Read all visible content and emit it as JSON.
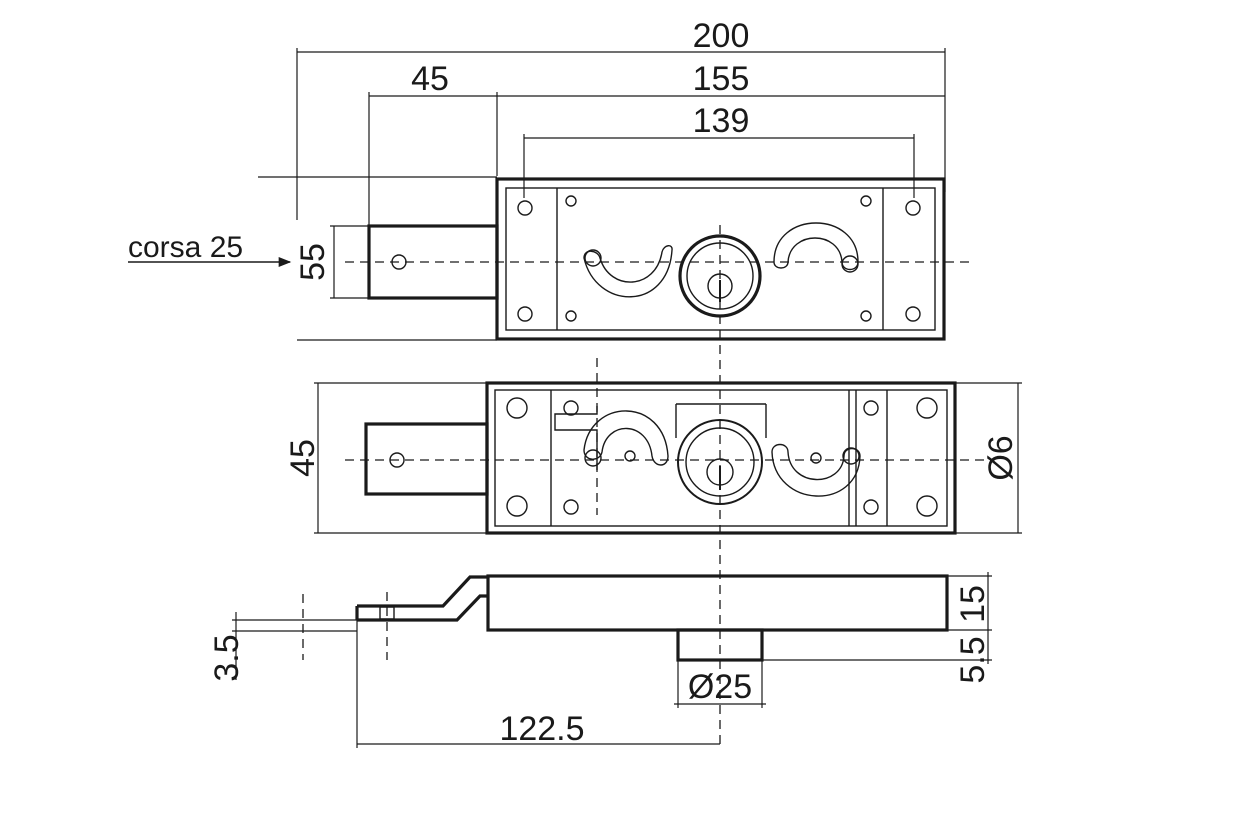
{
  "dimensions": {
    "overall_length": "200",
    "bolt_offset": "45",
    "body_length": "155",
    "hole_spacing": "139",
    "bolt_height": "55",
    "body_height": "45",
    "hole_diameter": "Ø6",
    "body_thickness": "15",
    "cylinder_projection": "5.5",
    "bolt_thickness": "3.5",
    "cylinder_diameter": "Ø25",
    "cylinder_axis_distance": "122.5"
  },
  "labels": {
    "stroke": "corsa 25"
  }
}
